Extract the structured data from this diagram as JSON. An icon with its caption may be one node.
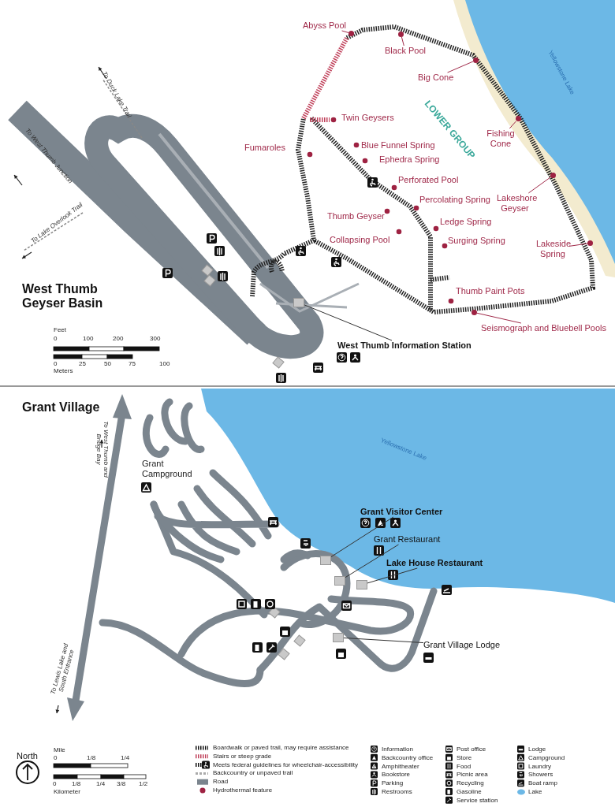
{
  "diagram": {
    "nodes": [
      {
        "text": [
          "Abyss Pool"
        ]
      },
      {
        "text": [],
        "shape": "circle"
      },
      {
        "text": [
          "Black Pool"
        ]
      },
      {
        "text": [],
        "shape": "circle"
      },
      {
        "text": [
          "Big Cone"
        ]
      },
      {
        "text": [],
        "shape": "circle"
      },
      {
        "text": [
          "Fishing Cone"
        ]
      },
      {
        "text": [],
        "shape": "circle"
      },
      {
        "text": [
          "Lakeshore Geyser"
        ]
      },
      {
        "text": [],
        "shape": "circle"
      },
      {
        "text": [
          "Lakeside Spring"
        ]
      },
      {
        "text": [],
        "shape": "circle"
      },
      {
        "text": [
          "Seismograph and Bluebell Pools"
        ]
      },
      {
        "text": [],
        "shape": "circle"
      },
      {
        "text": [
          "West Thumb Information Station"
        ]
      },
      {
        "text": [],
        "shape": "box"
      },
      {
        "text": [
          "Grant Visitor Center"
        ]
      },
      {
        "text": [],
        "shape": "box"
      },
      {
        "text": [
          "Grant Restaurant"
        ]
      },
      {
        "text": [],
        "shape": "box"
      },
      {
        "text": [
          "Lake House Restaurant"
        ]
      },
      {
        "text": [],
        "shape": "box"
      },
      {
        "text": [
          "Grant Village Lodge"
        ]
      },
      {
        "text": [],
        "shape": "box"
      }
    ],
    "edges": [
      {
        "from": 0,
        "to": 1,
        "arrow": "none"
      },
      {
        "from": 2,
        "to": 3,
        "arrow": "none"
      },
      {
        "from": 4,
        "to": 5,
        "arrow": "none"
      },
      {
        "from": 6,
        "to": 7,
        "arrow": "none"
      },
      {
        "from": 8,
        "to": 9,
        "arrow": "none"
      },
      {
        "from": 10,
        "to": 11,
        "arrow": "none"
      },
      {
        "from": 12,
        "to": 13,
        "arrow": "none"
      },
      {
        "from": 14,
        "to": 15,
        "arrow": "none",
        "color": "#333333"
      },
      {
        "from": 16,
        "to": 17,
        "arrow": "none",
        "color": "#333333"
      },
      {
        "from": 18,
        "to": 19,
        "arrow": "none",
        "color": "#333333"
      },
      {
        "from": 20,
        "to": 21,
        "arrow": "none",
        "color": "#333333"
      },
      {
        "from": 22,
        "to": 23,
        "arrow": "none",
        "color": "#333333"
      }
    ],
    "labels": [
      "Twin Geysers",
      "LOWER GROUP",
      "Fumaroles",
      "Blue Funnel Spring",
      "Ephedra Spring",
      "Perforated Pool",
      "Percolating Spring",
      "Thumb Geyser",
      "Ledge Spring",
      "Collapsing Pool",
      "Surging Spring",
      "Thumb Paint Pots",
      "Yellowstone Lake",
      "To Duck Lake Trail",
      "To West Thumb Junction",
      "To Lake Overlook Trail",
      "West Thumb Geyser Basin",
      "Feet",
      "0",
      "100",
      "200",
      "300",
      "0",
      "25",
      "50",
      "75",
      "100",
      "Meters",
      "Grant Village",
      "To West Thumb and Bridge Bay",
      "Grant Campground",
      "Yellowstone Lake",
      "To Lewis Lake and South Entrance",
      "North",
      "Mile",
      "0",
      "1/8",
      "1/4",
      "0",
      "1/8",
      "1/4",
      "3/8",
      "1/2",
      "Kilometer"
    ],
    "legend": [
      {
        "text": "Boardwalk or paved trail, may require assistance"
      },
      {
        "text": "Stairs or steep grade"
      },
      {
        "text": "Meets federal guidelines for wheelchair-accessibility"
      },
      {
        "text": "Backcountry or unpaved trail"
      },
      {
        "text": "Road",
        "color": "#7b858e"
      },
      {
        "text": "Hydrothermal feature",
        "color": "#9e2242"
      },
      {
        "text": "Information"
      },
      {
        "text": "Backcountry office"
      },
      {
        "text": "Amphitheater"
      },
      {
        "text": "Bookstore"
      },
      {
        "text": "Parking"
      },
      {
        "text": "Restrooms"
      },
      {
        "text": "Post office"
      },
      {
        "text": "Store"
      },
      {
        "text": "Food"
      },
      {
        "text": "Picnic area"
      },
      {
        "text": "Recycling"
      },
      {
        "text": "Gasoline"
      },
      {
        "text": "Service station"
      },
      {
        "text": "Lodge"
      },
      {
        "text": "Campground"
      },
      {
        "text": "Laundry"
      },
      {
        "text": "Showers"
      },
      {
        "text": "Boat ramp"
      },
      {
        "text": "Lake",
        "color": "#6cb8e6"
      }
    ]
  }
}
